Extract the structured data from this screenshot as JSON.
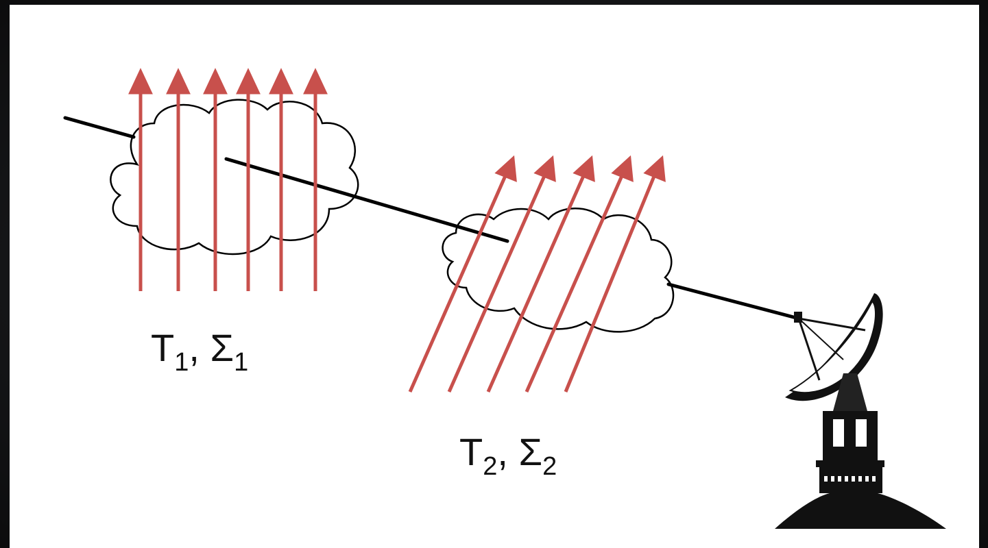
{
  "labels": {
    "cloud1": {
      "t": "T",
      "t_sub": "1",
      "s": "Σ",
      "s_sub": "1"
    },
    "cloud2": {
      "t": "T",
      "t_sub": "2",
      "s": "Σ",
      "s_sub": "2"
    }
  },
  "colors": {
    "field_lines": "#c8504c",
    "sightline": "#000000",
    "background": "#ffffff"
  },
  "icons": [
    "cloud-icon",
    "radio-telescope-icon"
  ]
}
